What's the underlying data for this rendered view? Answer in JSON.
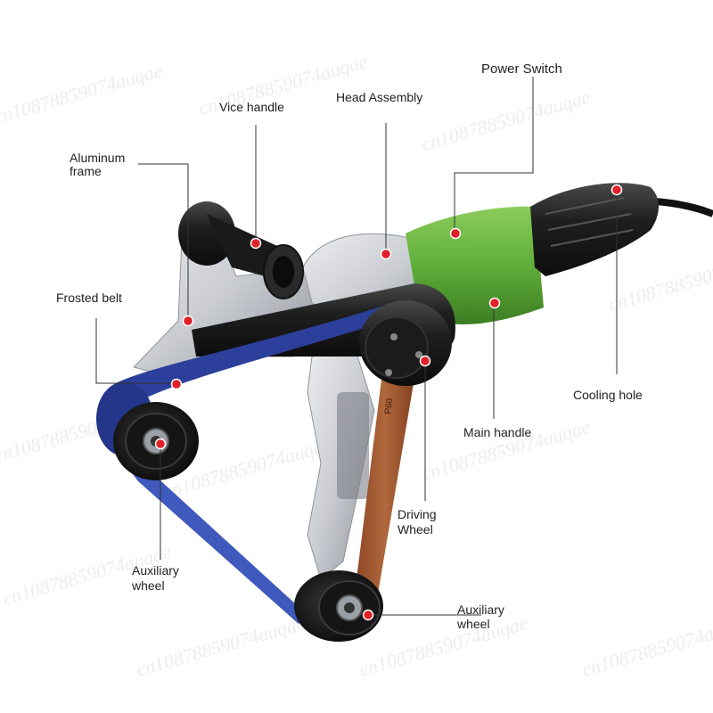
{
  "colors": {
    "belt_blue": "#2c3f9a",
    "belt_brown": "#a0522d",
    "body_green": "#5fae3a",
    "housing_silver": "#c9ccd1",
    "rubber_black": "#1d1d1d",
    "marker_red": "#e0202a",
    "leader_line": "#333333"
  },
  "labels": {
    "power_switch": "Power Switch",
    "head_assembly": "Head Assembly",
    "vice_handle": "Vice handle",
    "aluminum_frame_line1": "Aluminum",
    "aluminum_frame_line2": "frame",
    "frosted_belt": "Frosted belt",
    "cooling_hole": "Cooling hole",
    "main_handle": "Main handle",
    "driving_wheel_line1": "Driving",
    "driving_wheel_line2": "Wheel",
    "aux_wheel_left_line1": "Auxiliary",
    "aux_wheel_left_line2": "wheel",
    "aux_wheel_right_line1": "Auxiliary",
    "aux_wheel_right_line2": "wheel"
  },
  "watermark": {
    "text": "cn10878859074auqae"
  },
  "icons": [
    "callout-dot-icon"
  ]
}
